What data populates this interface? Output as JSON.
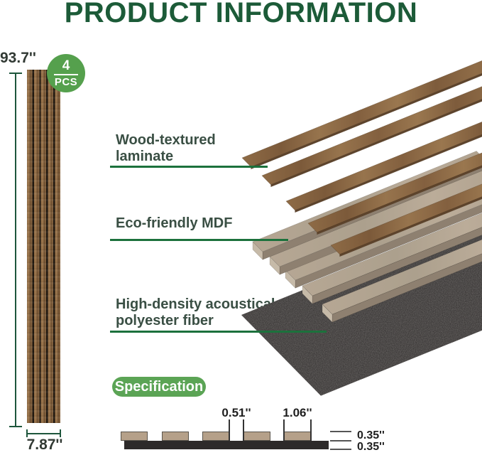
{
  "title": "PRODUCT INFORMATION",
  "colors": {
    "brand_green_dark": "#1c5b38",
    "pointer_line_green": "#1c713c",
    "badge_green": "#55a04d",
    "pill_green": "#5ba455",
    "dimension_line_green": "#1e563c",
    "wood_brown": "#8a6742",
    "mdf_beige": "#b4a593",
    "felt_charcoal": "#2d2a2a"
  },
  "panel": {
    "height_label": "93.7''",
    "width_label": "7.87''",
    "badge_count": "4",
    "badge_unit": "PCS"
  },
  "layers": [
    {
      "label": "Wood-textured laminate"
    },
    {
      "label": "Eco-friendly MDF"
    },
    {
      "label": "High-density acoustical polyester fiber"
    }
  ],
  "specification": {
    "heading": "Specification",
    "slat_gap": "0.51''",
    "slat_width": "1.06''",
    "slat_thickness": "0.35''",
    "felt_thickness": "0.35''"
  }
}
